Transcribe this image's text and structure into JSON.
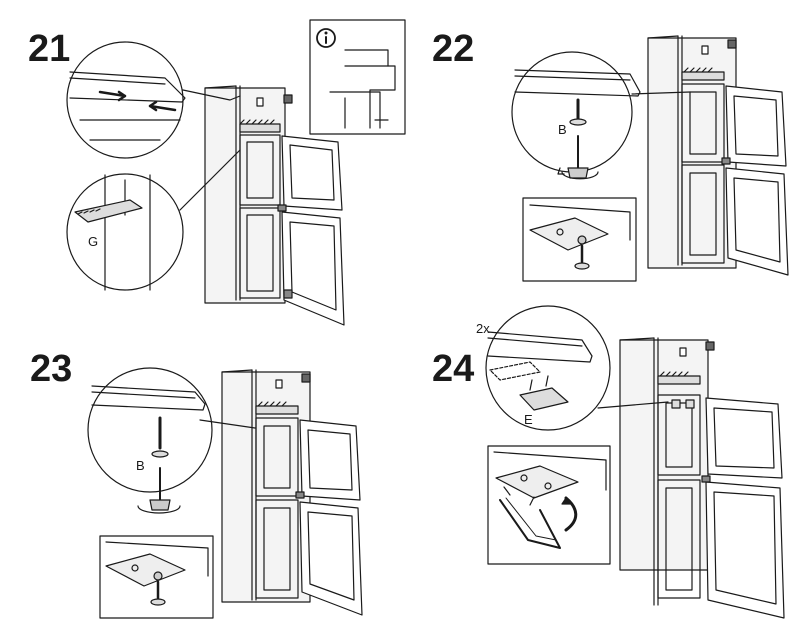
{
  "steps": [
    {
      "number": "21",
      "labels": {
        "part": "G"
      }
    },
    {
      "number": "22",
      "labels": {
        "part": "B"
      }
    },
    {
      "number": "23",
      "labels": {
        "part": "B"
      }
    },
    {
      "number": "24",
      "labels": {
        "part": "E",
        "quantity": "2x"
      }
    }
  ],
  "icons": {
    "info": "info-icon",
    "rotate": "rotate-arrow-icon"
  }
}
